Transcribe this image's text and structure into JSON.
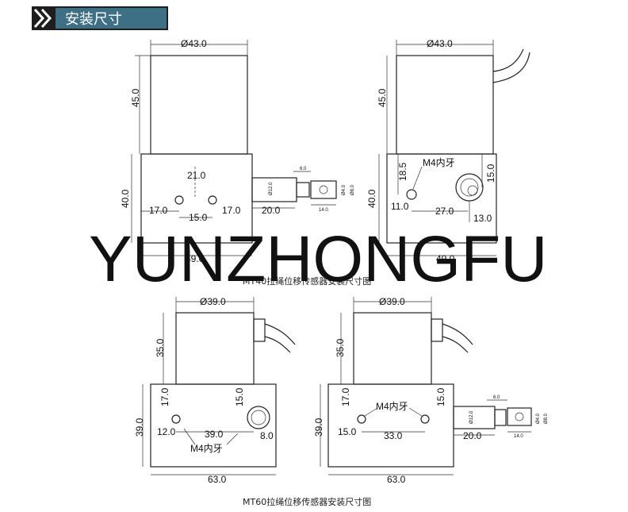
{
  "header": {
    "title": "安装尺寸"
  },
  "watermark": "YUNZHONGFU",
  "mt40": {
    "caption": "MT40拉绳位移传感器安装尺寸图",
    "left": {
      "top_width": "Ø43.0",
      "top_height": "45.0",
      "base_height": "40.0",
      "hole_vertical": "21.0",
      "left_offset": "17.0",
      "hole_spacing": "15.0",
      "right_offset": "17.0",
      "shaft_length": "20.0",
      "shaft_tip": "6.0",
      "shaft_dia": "Ø12.0",
      "tip_dia1": "Ø4.0",
      "tip_dia2": "Ø8.0",
      "tip_length": "14.0",
      "base_width": "49.0"
    },
    "right": {
      "top_width": "Ø43.0",
      "top_height": "45.0",
      "base_height": "40.0",
      "thread_note": "M4内牙",
      "hole_height": "18.5",
      "hole_left": "11.0",
      "hole_spacing": "27.0",
      "outlet_right": "13.0",
      "outlet_height": "15.0",
      "base_width": "49.0"
    }
  },
  "mt60": {
    "caption": "MT60拉绳位移传感器安装尺寸图",
    "left": {
      "top_width": "Ø39.0",
      "top_height": "35.0",
      "base_height": "39.0",
      "hole_height": "17.0",
      "outlet_height": "15.0",
      "hole_left": "12.0",
      "hole_spacing": "39.0",
      "outlet_right": "8.0",
      "thread_note": "M4内牙",
      "base_width": "63.0"
    },
    "right": {
      "top_width": "Ø39.0",
      "top_height": "35.0",
      "base_height": "39.0",
      "hole_height": "17.0",
      "outlet_height": "15.0",
      "thread_note": "M4内牙",
      "hole_left": "15.0",
      "hole_spacing": "33.0",
      "shaft_length": "20.0",
      "shaft_tip": "6.0",
      "shaft_dia": "Ø12.0",
      "tip_dia1": "Ø4.0",
      "tip_dia2": "Ø8.0",
      "tip_length": "14.0",
      "base_width": "63.0"
    }
  }
}
